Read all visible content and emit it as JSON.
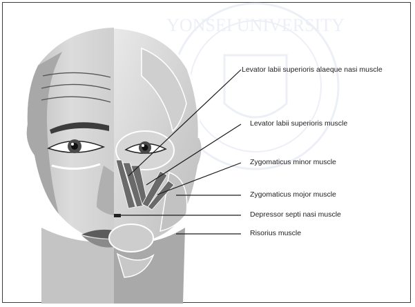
{
  "diagram": {
    "watermark": "YONSEI UNIVERSITY",
    "labels": [
      "Levator labii superioris alaeque nasi muscle",
      "Levator labii superioris muscle",
      "Zygomaticus minor muscle",
      "Zygomaticus mojor muscle",
      "Depressor septi nasi muscle",
      "Risorius muscle"
    ]
  },
  "colors": {
    "skin_light": "#d9d9d9",
    "skin_mid": "#b3b3b3",
    "skin_dark": "#8c8c8c",
    "muscle": "#6f6f6f",
    "line": "#1a1a1a",
    "watermark": "#c9d4e8"
  }
}
